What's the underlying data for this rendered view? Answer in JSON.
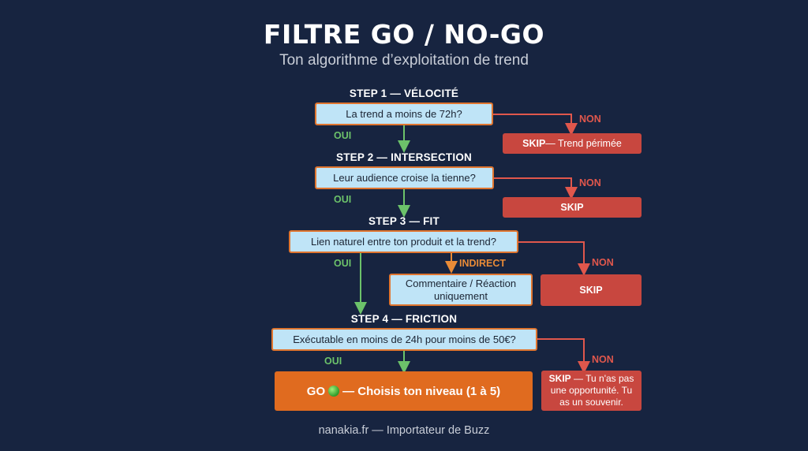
{
  "title": "FILTRE GO / NO-GO",
  "subtitle": "Ton algorithme d’exploitation de trend",
  "steps": [
    {
      "label": "STEP 1 — VÉLOCITÉ",
      "question": "La trend a moins de 72h?",
      "yes": "OUI",
      "no": "NON",
      "skip_bold": "SKIP",
      "skip_text": " — Trend périmée"
    },
    {
      "label": "STEP 2 — INTERSECTION",
      "question": "Leur audience croise la tienne?",
      "yes": "OUI",
      "no": "NON",
      "skip_bold": "SKIP"
    },
    {
      "label": "STEP 3 — FIT",
      "question": "Lien naturel entre ton produit et la trend?",
      "yes": "OUI",
      "indirect": "INDIRECT",
      "indirect_result": "Commentaire / Réaction uniquement",
      "no": "NON",
      "skip_bold": "SKIP"
    },
    {
      "label": "STEP 4 — FRICTION",
      "question": "Exécutable en moins de 24h pour moins de 50€?",
      "yes": "OUI",
      "no": "NON",
      "skip_bold": "SKIP",
      "skip_text": " — Tu n'as pas une opportunité. Tu as un souvenir."
    }
  ],
  "go": {
    "prefix": "GO",
    "text": "— Choisis ton niveau (1 à 5)"
  },
  "footer": "nanakia.fr — Importateur de Buzz",
  "colors": {
    "background": "#172440",
    "question_fill": "#bfe4f7",
    "question_border": "#e0752f",
    "skip": "#c8473f",
    "go": "#e06b1f",
    "yes_arrow": "#6cc26a",
    "no_arrow": "#e0574c",
    "indirect_arrow": "#e98b37"
  }
}
